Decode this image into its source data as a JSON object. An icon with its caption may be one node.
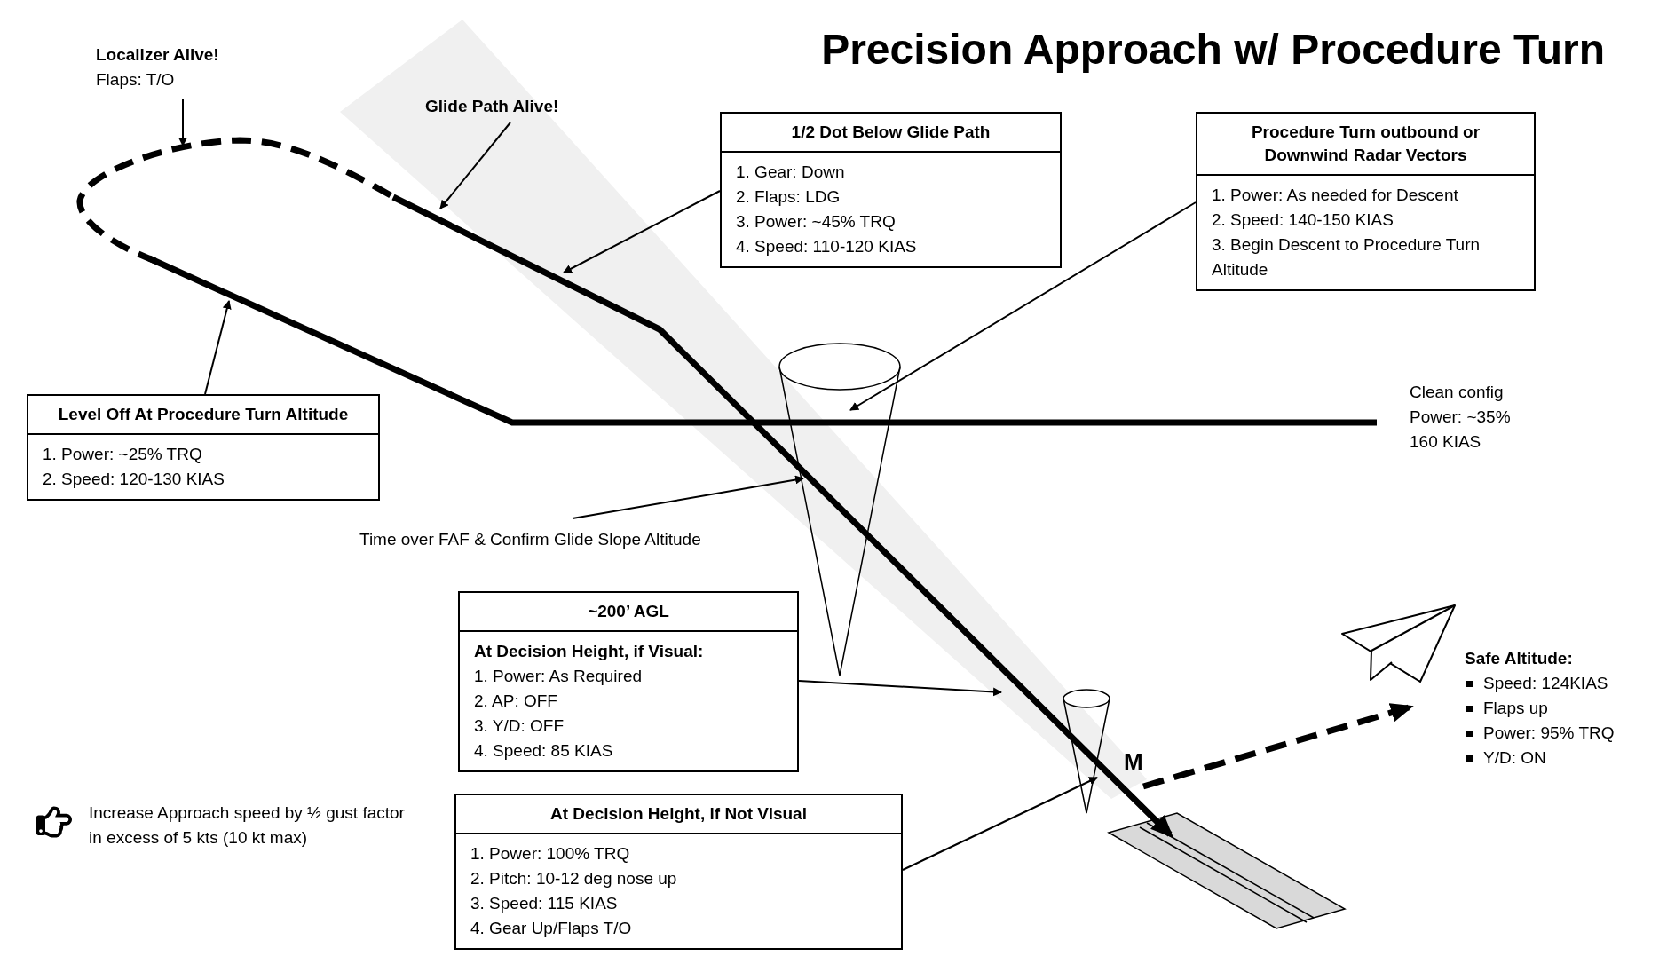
{
  "diagram": {
    "title": "Precision Approach w/ Procedure Turn",
    "nodes": [
      {
        "text": [
          "Localizer Alive!",
          "Flaps: T/O"
        ]
      },
      {
        "text": [
          "Glide Path Alive!"
        ]
      },
      {
        "text": [
          "1/2 Dot Below Glide Path",
          "1. Gear: Down",
          "2. Flaps: LDG",
          "3. Power: ~45% TRQ",
          "4. Speed: 110-120 KIAS"
        ]
      },
      {
        "text": [
          "Procedure Turn outbound or Downwind Radar Vectors",
          "1. Power: As needed for Descent",
          "2. Speed: 140-150 KIAS",
          "3. Begin Descent to Procedure Turn Altitude"
        ]
      },
      {
        "text": [
          "Level Off At Procedure Turn Altitude",
          "1. Power: ~25% TRQ",
          "2. Speed: 120-130 KIAS"
        ]
      },
      {
        "text": [
          "Time over FAF & Confirm Glide Slope Altitude"
        ]
      },
      {
        "text": [
          "~200’ AGL",
          "At Decision Height, if Visual:",
          "1. Power: As Required",
          "2. AP: OFF",
          "3. Y/D: OFF",
          "4. Speed: 85 KIAS"
        ]
      },
      {
        "text": [
          "At Decision Height, if Not Visual",
          "1. Power: 100% TRQ",
          "2. Pitch: 10-12 deg nose up",
          "3. Speed: 115 KIAS",
          "4. Gear Up/Flaps T/O"
        ]
      },
      {
        "text": [],
        "shape": "cone"
      },
      {
        "text": [],
        "shape": "cone"
      }
    ],
    "edges": [
      {
        "from": 0,
        "to": null,
        "arrow": "to"
      },
      {
        "from": 1,
        "to": null,
        "arrow": "to"
      },
      {
        "from": 2,
        "to": null,
        "arrow": "to"
      },
      {
        "from": 3,
        "to": 8,
        "arrow": "to"
      },
      {
        "from": 4,
        "to": null,
        "arrow": "to"
      },
      {
        "from": 5,
        "to": 8,
        "arrow": "to"
      },
      {
        "from": 6,
        "to": null,
        "arrow": "to"
      },
      {
        "from": 7,
        "to": 9,
        "arrow": "to"
      }
    ],
    "labels": [
      "Clean config",
      "Power: ~35%",
      "160 KIAS",
      "M",
      "Safe Altitude:",
      "Speed: 124KIAS",
      "Flaps up",
      "Power: 95% TRQ",
      "Y/D: ON",
      "Increase Approach speed by ½ gust factor in excess of 5 kts (10 kt max)"
    ]
  }
}
